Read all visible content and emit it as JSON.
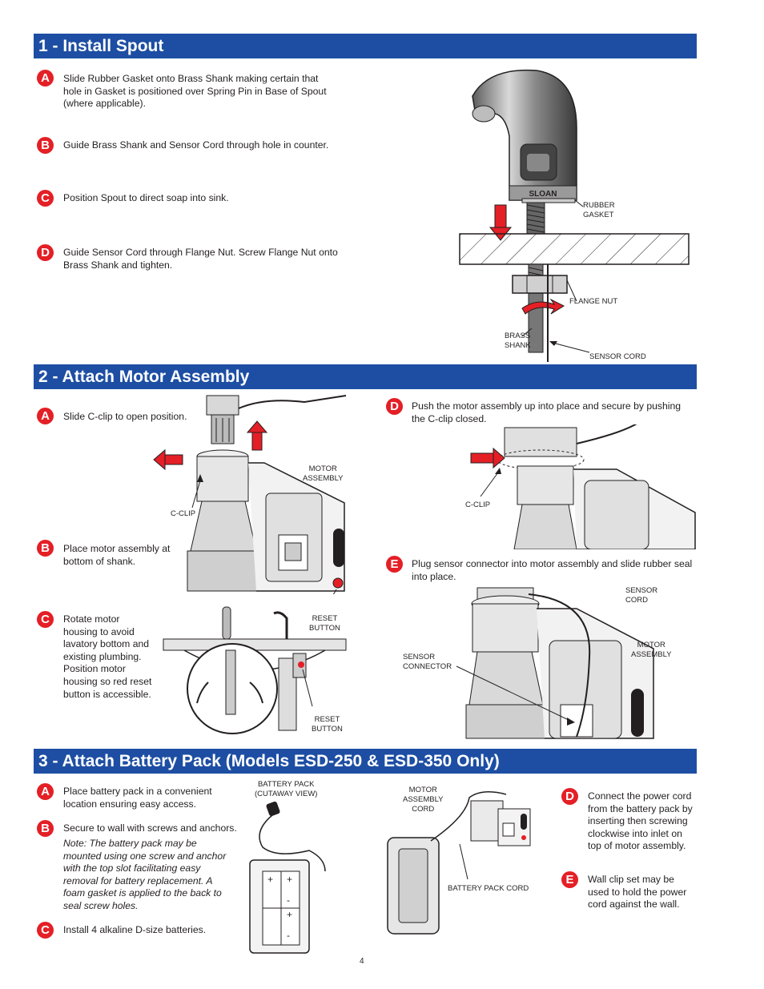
{
  "section1": {
    "title": "1 - Install Spout",
    "steps": [
      {
        "letter": "A",
        "text": "Slide Rubber Gasket onto Brass Shank making certain that hole in Gasket is positioned over Spring Pin in Base of Spout (where applicable)."
      },
      {
        "letter": "B",
        "text": "Guide Brass Shank and Sensor Cord through hole in counter."
      },
      {
        "letter": "C",
        "text": "Position Spout to direct soap into sink."
      },
      {
        "letter": "D",
        "text": "Guide Sensor Cord through Flange Nut. Screw Flange Nut onto Brass Shank and tighten."
      }
    ],
    "labels": {
      "rubber_gasket": "RUBBER\nGASKET",
      "flange_nut": "FLANGE NUT",
      "brass_shank": "BRASS\nSHANK",
      "sensor_cord": "SENSOR CORD",
      "brand": "SLOAN"
    }
  },
  "section2": {
    "title": "2 - Attach Motor Assembly",
    "steps": [
      {
        "letter": "A",
        "text": "Slide C-clip to open position."
      },
      {
        "letter": "B",
        "text": "Place motor assembly at bottom of shank."
      },
      {
        "letter": "C",
        "text": "Rotate motor housing to avoid lavatory bottom and existing plumbing. Position motor housing so red reset button is accessible."
      },
      {
        "letter": "D",
        "text": "Push the motor assembly up into place and secure by pushing the C-clip closed."
      },
      {
        "letter": "E",
        "text": "Plug sensor connector into motor assembly and slide rubber seal into place."
      }
    ],
    "labels": {
      "motor_assembly": "MOTOR\nASSEMBLY",
      "c_clip": "C-CLIP",
      "reset_button": "RESET\nBUTTON",
      "sensor_cord": "SENSOR\nCORD",
      "sensor_connector": "SENSOR\nCONNECTOR"
    }
  },
  "section3": {
    "title": "3 - Attach Battery Pack (Models ESD-250 & ESD-350 Only)",
    "steps": [
      {
        "letter": "A",
        "text": "Place battery pack in a convenient location ensuring easy access."
      },
      {
        "letter": "B",
        "text": "Secure to wall with screws and anchors."
      },
      {
        "letter": "C",
        "text": "Install 4 alkaline D-size batteries."
      },
      {
        "letter": "D",
        "text": "Connect the power cord from the battery pack by inserting then screwing clockwise into inlet on top of motor assembly."
      },
      {
        "letter": "E",
        "text": "Wall clip set may be used to hold the power cord against the wall."
      }
    ],
    "note_label": "Note:",
    "note_text": "The battery pack may be mounted using one screw and anchor with the top slot facilitating easy removal for battery replacement. A foam gasket is applied to the back to seal screw holes.",
    "labels": {
      "battery_pack": "BATTERY PACK\n(CUTAWAY VIEW)",
      "motor_assembly_cord": "MOTOR\nASSEMBLY\nCORD",
      "battery_pack_cord": "BATTERY PACK CORD",
      "plus": "+",
      "minus": "-"
    }
  },
  "page_number": "4",
  "colors": {
    "header_bar": "#1d4ea3",
    "badge": "#e41f26",
    "arrow": "#e41f26"
  }
}
